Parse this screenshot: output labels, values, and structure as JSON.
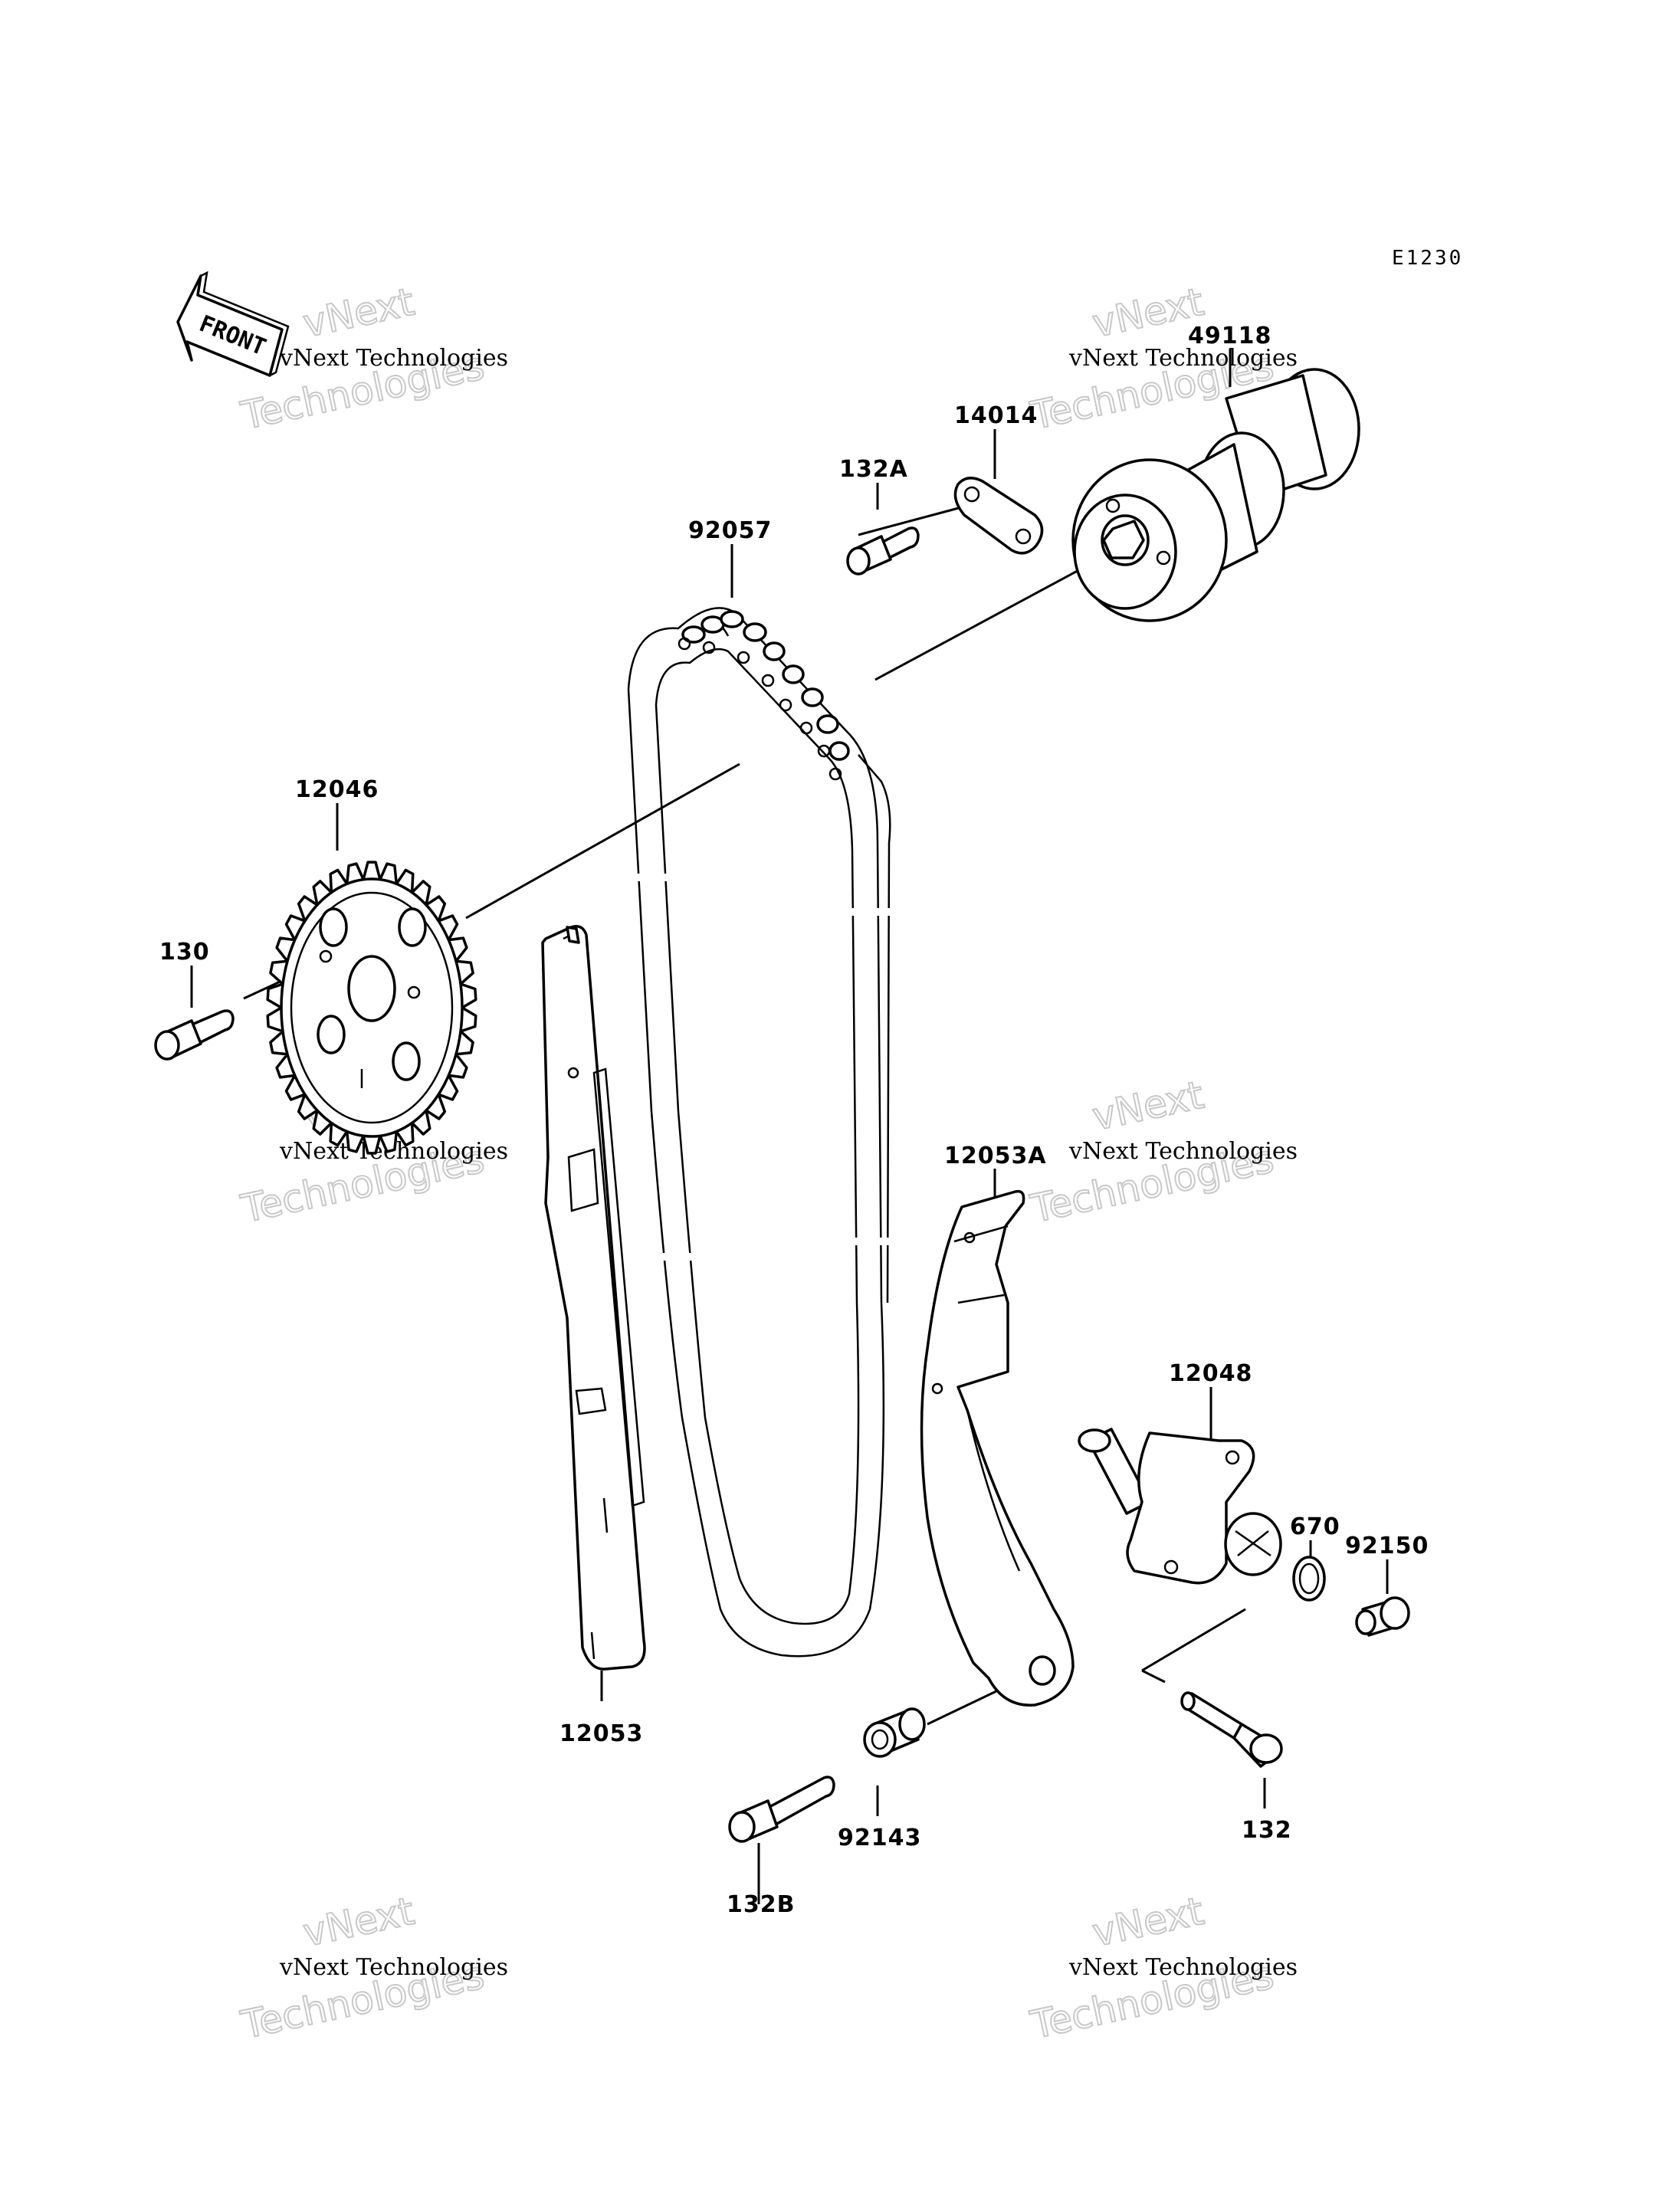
{
  "diagram": {
    "code": "E1230",
    "front_label": "FRONT",
    "labels": {
      "p49118": "49118",
      "p14014": "14014",
      "p132A": "132A",
      "p92057": "92057",
      "p12046": "12046",
      "p130": "130",
      "p12053A": "12053A",
      "p12048": "12048",
      "p670": "670",
      "p92150": "92150",
      "p12053": "12053",
      "p132": "132",
      "p92143": "92143",
      "p132B": "132B"
    }
  },
  "watermark": {
    "line1": "vNext Technologies",
    "line2": "vNext",
    "line3": "Technologies"
  }
}
